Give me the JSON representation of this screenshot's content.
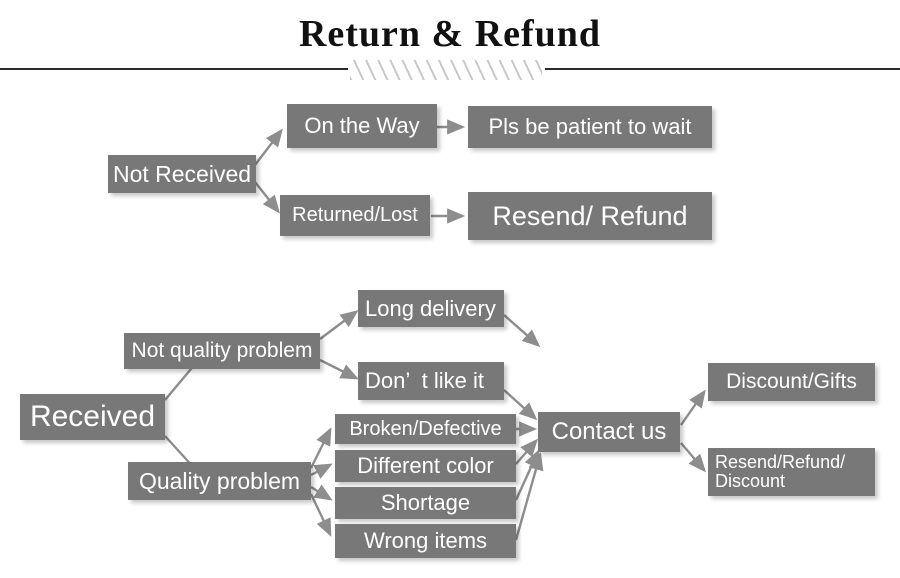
{
  "header": {
    "title": "Return & Refund",
    "divider_icon": "diagonal-hatch-divider"
  },
  "colors": {
    "box_fill": "#787878",
    "box_text": "#ffffff",
    "connector": "#8d8d8d",
    "rule": "#2b2b2b",
    "hatch": "#c9c9c9",
    "page_background": "#ffffff"
  },
  "flow": {
    "not_received": {
      "root": "Not Received",
      "branches": [
        {
          "label": "On the Way",
          "result": "Pls be patient to wait"
        },
        {
          "label": "Returned/Lost",
          "result": "Resend/ Refund"
        }
      ]
    },
    "received": {
      "root": "Received",
      "categories": [
        {
          "label": "Not quality problem",
          "reasons": [
            "Long delivery",
            "Don’  t like it"
          ]
        },
        {
          "label": "Quality problem",
          "reasons": [
            "Broken/Defective",
            "Different color",
            "Shortage",
            "Wrong items"
          ]
        }
      ],
      "action": "Contact us",
      "outcomes": [
        "Discount/Gifts",
        "Resend/Refund/\nDiscount"
      ]
    }
  }
}
